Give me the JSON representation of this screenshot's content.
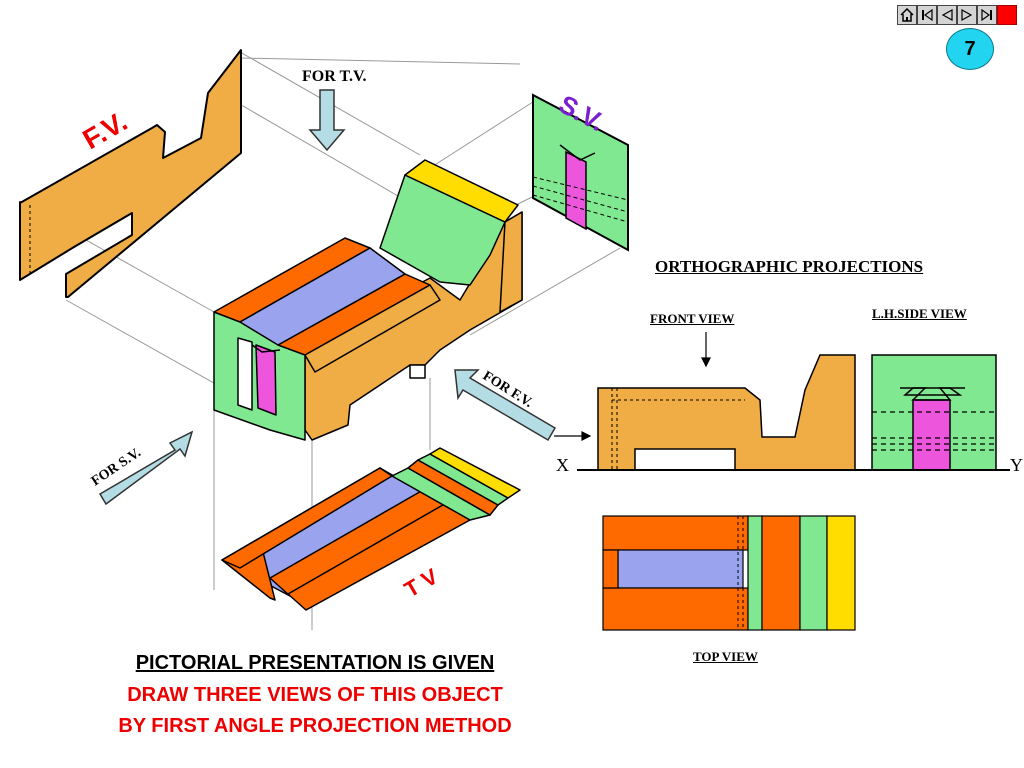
{
  "nav": {
    "buttons": [
      "home-icon",
      "first-slide-icon",
      "prev-slide-icon",
      "next-slide-icon",
      "last-slide-icon",
      "end-show-icon"
    ]
  },
  "page_number": "7",
  "diagram": {
    "for_tv": "FOR T.V.",
    "for_fv": "FOR F.V.",
    "for_sv": "FOR S.V.",
    "fv_label": "F.V.",
    "sv_label": "S.V.",
    "tv_label": "T V"
  },
  "ortho": {
    "title": "ORTHOGRAPHIC PROJECTIONS",
    "front_view": "FRONT VIEW",
    "side_view": "L.H.SIDE VIEW",
    "top_view": "TOP VIEW",
    "x_label": "X",
    "y_label": "Y"
  },
  "captions": {
    "line1": "PICTORIAL PRESENTATION IS GIVEN",
    "line2": "DRAW THREE VIEWS OF THIS OBJECT",
    "line3": "BY FIRST ANGLE PROJECTION METHOD"
  },
  "colors": {
    "orange": "#f0ac45",
    "dark_orange": "#ff6a00",
    "green": "#80e890",
    "pink": "#ee55dd",
    "blue": "#9aa4ee",
    "yellow": "#ffdd00",
    "arrow": "#b4dce4",
    "label_red": "#ee0000",
    "label_purple": "#7a1fd0"
  }
}
